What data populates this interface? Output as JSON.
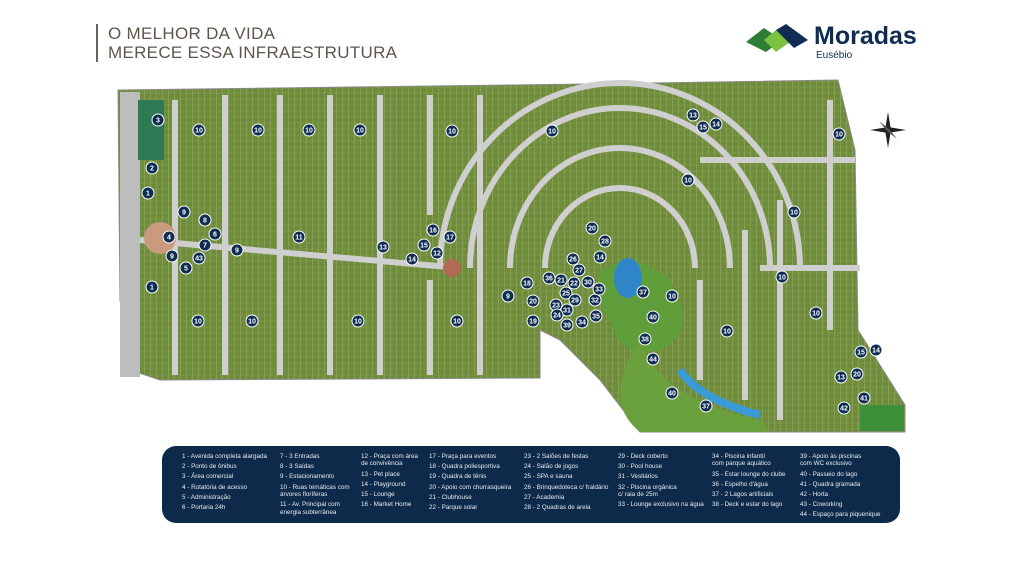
{
  "header": {
    "line1": "O MELHOR DA VIDA",
    "line2": "MERECE ESSA INFRAESTRUTURA"
  },
  "brand": {
    "name": "Moradas",
    "subtitle": "Eusébio",
    "colors": {
      "navy": "#0f2d52",
      "green_dark": "#2f7d32",
      "green_light": "#7cc242"
    }
  },
  "markers": [
    "3",
    "10",
    "10",
    "10",
    "10",
    "10",
    "10",
    "2",
    "1",
    "9",
    "8",
    "6",
    "4",
    "7",
    "9",
    "9",
    "43",
    "5",
    "1",
    "11",
    "13",
    "16",
    "17",
    "15",
    "12",
    "14",
    "10",
    "10",
    "10",
    "10",
    "9",
    "18",
    "20",
    "19",
    "20",
    "28",
    "26",
    "14",
    "27",
    "36",
    "21",
    "22",
    "30",
    "25",
    "29",
    "32",
    "23",
    "31",
    "33",
    "24",
    "35",
    "39",
    "34",
    "37",
    "40",
    "38",
    "44",
    "40",
    "37",
    "10",
    "10",
    "10",
    "10",
    "10",
    "10",
    "13",
    "15",
    "14",
    "10",
    "15",
    "14",
    "13",
    "20",
    "41",
    "42"
  ],
  "legend": {
    "columns": [
      [
        "1 - Avenida completa alargada",
        "2 - Ponto de ônibus",
        "3 - Área comercial",
        "4 - Rotatória de acesso",
        "5 - Administração",
        "6 - Portaria 24h"
      ],
      [
        "7 - 3 Entradas",
        "8 - 3 Saídas",
        "9 - Estacionamento",
        "10 - Ruas temáticas com\nárvores floríferas",
        "11 - Av. Principal com\nenergia subterrânea"
      ],
      [
        "12 - Praça com área\nde convivência",
        "13 - Pet place",
        "14 - Playground",
        "15 - Lounge",
        "16 - Market Home"
      ],
      [
        "17 - Praça para eventos",
        "18 - Quadra poliesportiva",
        "19 - Quadra de tênis",
        "20 - Apoio com churrasqueira",
        "21 - Clubhouse",
        "22 - Parque solar"
      ],
      [
        "23 - 2 Salões de festas",
        "24 - Salão de jogos",
        "25 - SPA e sauna",
        "26 - Brinquedoteca c/ fraldário",
        "27 - Academia",
        "28 - 2 Quadras de areia"
      ],
      [
        "29 - Deck coberto",
        "30 - Pool house",
        "31 - Vestiários",
        "32 - Piscina orgânica\nc/ raia de 25m",
        "33 - Lounge exclusivo na água"
      ],
      [
        "34 - Piscina infantil\ncom parque aquático",
        "35 - Estar lounge do clube",
        "36 - Espelho d'água",
        "37 - 2 Lagos artificiais",
        "38 - Deck e estar do lago"
      ],
      [
        "39 - Apoio às piscinas\ncom WC exclusivo",
        "40 - Passeio do lago",
        "41 - Quadra gramada",
        "42 - Horta",
        "43 - Coworking",
        "44 - Espaço para piquenique"
      ]
    ]
  }
}
